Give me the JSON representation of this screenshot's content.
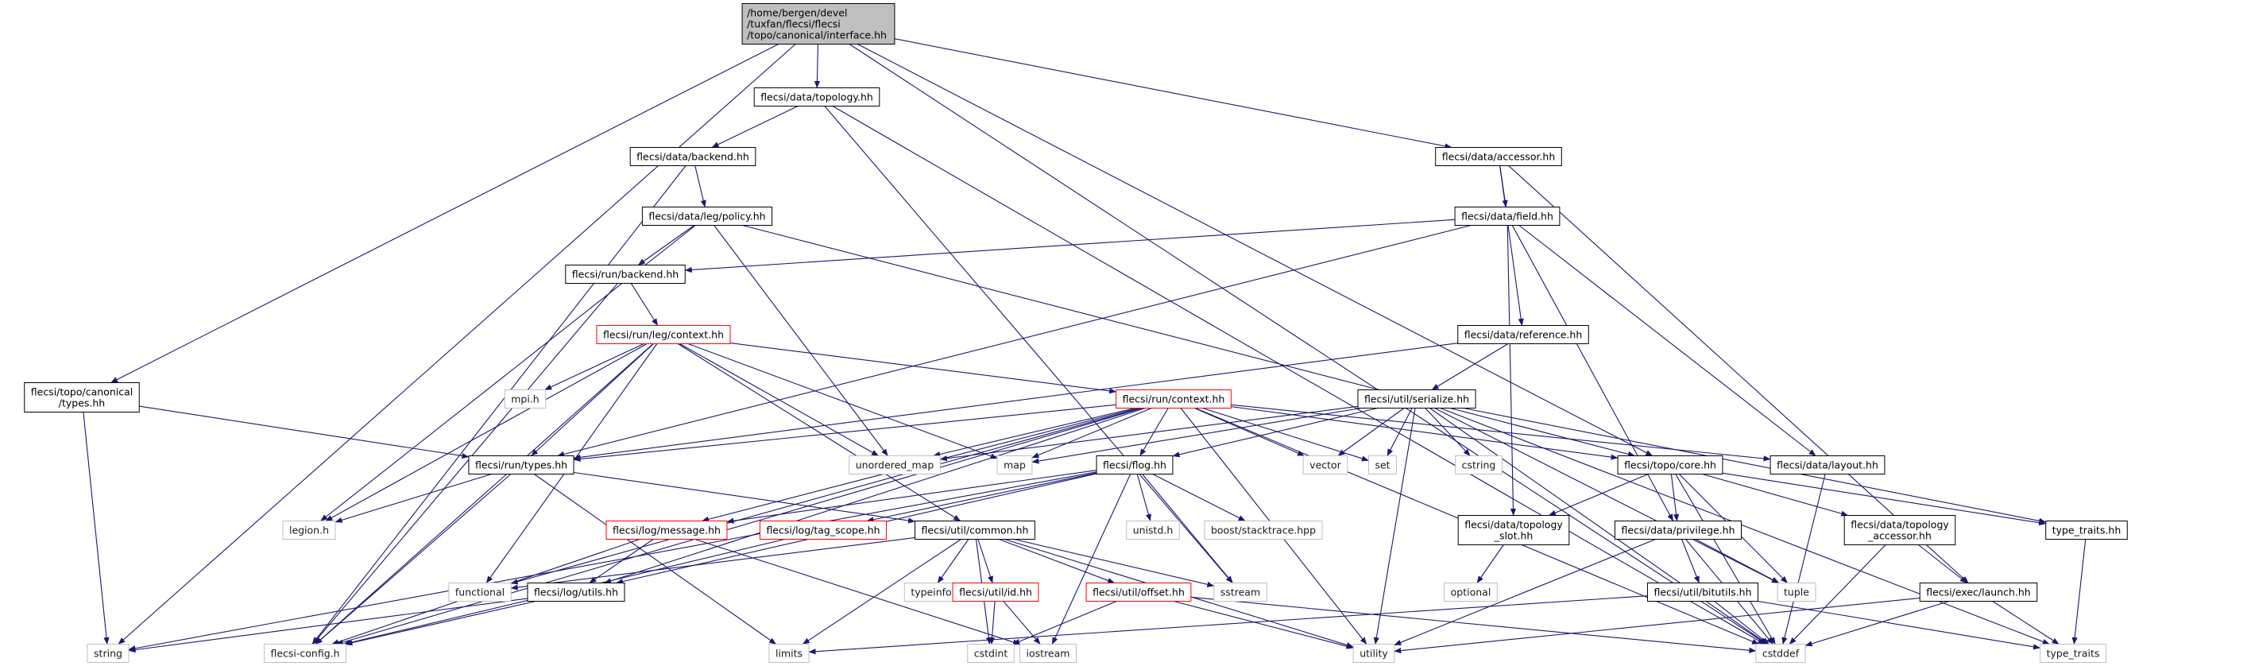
{
  "diagram": {
    "colors": {
      "edge": "#191970",
      "node_border_local": "#000000",
      "node_border_truncated": "#ff0000",
      "node_border_system": "#bfbfbf",
      "root_fill": "#bfbfbf",
      "node_fill": "#ffffff"
    },
    "nodes": [
      {
        "id": "root",
        "kind": "root",
        "lines": [
          "/home/bergen/devel",
          "/tuxfan/flecsi/flecsi",
          "/topo/canonical/interface.hh"
        ]
      },
      {
        "id": "topology",
        "kind": "local",
        "lines": [
          "flecsi/data/topology.hh"
        ]
      },
      {
        "id": "accessor",
        "kind": "local",
        "lines": [
          "flecsi/data/accessor.hh"
        ]
      },
      {
        "id": "dbackend",
        "kind": "local",
        "lines": [
          "flecsi/data/backend.hh"
        ]
      },
      {
        "id": "legpolicy",
        "kind": "local",
        "lines": [
          "flecsi/data/leg/policy.hh"
        ]
      },
      {
        "id": "field",
        "kind": "local",
        "lines": [
          "flecsi/data/field.hh"
        ]
      },
      {
        "id": "rbackend",
        "kind": "local",
        "lines": [
          "flecsi/run/backend.hh"
        ]
      },
      {
        "id": "legcontext",
        "kind": "truncated",
        "lines": [
          "flecsi/run/leg/context.hh"
        ]
      },
      {
        "id": "reference",
        "kind": "local",
        "lines": [
          "flecsi/data/reference.hh"
        ]
      },
      {
        "id": "canontypes",
        "kind": "local",
        "lines": [
          "flecsi/topo/canonical",
          "/types.hh"
        ]
      },
      {
        "id": "mpi",
        "kind": "system",
        "lines": [
          "mpi.h"
        ]
      },
      {
        "id": "runcontext",
        "kind": "truncated",
        "lines": [
          "flecsi/run/context.hh"
        ]
      },
      {
        "id": "serialize",
        "kind": "local",
        "lines": [
          "flecsi/util/serialize.hh"
        ]
      },
      {
        "id": "umap",
        "kind": "system",
        "lines": [
          "unordered_map"
        ]
      },
      {
        "id": "map",
        "kind": "system",
        "lines": [
          "map"
        ]
      },
      {
        "id": "vector",
        "kind": "system",
        "lines": [
          "vector"
        ]
      },
      {
        "id": "set",
        "kind": "system",
        "lines": [
          "set"
        ]
      },
      {
        "id": "cstring",
        "kind": "system",
        "lines": [
          "cstring"
        ]
      },
      {
        "id": "topocore",
        "kind": "local",
        "lines": [
          "flecsi/topo/core.hh"
        ]
      },
      {
        "id": "layout",
        "kind": "local",
        "lines": [
          "flecsi/data/layout.hh"
        ]
      },
      {
        "id": "runtypes",
        "kind": "local",
        "lines": [
          "flecsi/run/types.hh"
        ]
      },
      {
        "id": "flog",
        "kind": "local",
        "lines": [
          "flecsi/flog.hh"
        ]
      },
      {
        "id": "unistd",
        "kind": "system",
        "lines": [
          "unistd.h"
        ]
      },
      {
        "id": "stacktrace",
        "kind": "system",
        "lines": [
          "boost/stacktrace.hpp"
        ]
      },
      {
        "id": "toposlot",
        "kind": "local",
        "lines": [
          "flecsi/data/topology",
          "_slot.hh"
        ]
      },
      {
        "id": "privilege",
        "kind": "local",
        "lines": [
          "flecsi/data/privilege.hh"
        ]
      },
      {
        "id": "topoacc",
        "kind": "local",
        "lines": [
          "flecsi/data/topology",
          "_accessor.hh"
        ]
      },
      {
        "id": "typetraitshh",
        "kind": "local",
        "lines": [
          "type_traits.hh"
        ]
      },
      {
        "id": "legion",
        "kind": "system",
        "lines": [
          "legion.h"
        ]
      },
      {
        "id": "logmsg",
        "kind": "truncated",
        "lines": [
          "flecsi/log/message.hh"
        ]
      },
      {
        "id": "tagscope",
        "kind": "truncated",
        "lines": [
          "flecsi/log/tag_scope.hh"
        ]
      },
      {
        "id": "common",
        "kind": "local",
        "lines": [
          "flecsi/util/common.hh"
        ]
      },
      {
        "id": "optional",
        "kind": "system",
        "lines": [
          "optional"
        ]
      },
      {
        "id": "tuple",
        "kind": "system",
        "lines": [
          "tuple"
        ]
      },
      {
        "id": "functional",
        "kind": "system",
        "lines": [
          "functional"
        ]
      },
      {
        "id": "logutils",
        "kind": "local",
        "lines": [
          "flecsi/log/utils.hh"
        ]
      },
      {
        "id": "typeinfo",
        "kind": "system",
        "lines": [
          "typeinfo"
        ]
      },
      {
        "id": "utilid",
        "kind": "truncated",
        "lines": [
          "flecsi/util/id.hh"
        ]
      },
      {
        "id": "offset",
        "kind": "truncated",
        "lines": [
          "flecsi/util/offset.hh"
        ]
      },
      {
        "id": "sstream",
        "kind": "system",
        "lines": [
          "sstream"
        ]
      },
      {
        "id": "bitutils",
        "kind": "local",
        "lines": [
          "flecsi/util/bitutils.hh"
        ]
      },
      {
        "id": "launch",
        "kind": "local",
        "lines": [
          "flecsi/exec/launch.hh"
        ]
      },
      {
        "id": "string",
        "kind": "system",
        "lines": [
          "string"
        ]
      },
      {
        "id": "config",
        "kind": "system",
        "lines": [
          "flecsi-config.h"
        ]
      },
      {
        "id": "limits",
        "kind": "system",
        "lines": [
          "limits"
        ]
      },
      {
        "id": "cstdint",
        "kind": "system",
        "lines": [
          "cstdint"
        ]
      },
      {
        "id": "iostream",
        "kind": "system",
        "lines": [
          "iostream"
        ]
      },
      {
        "id": "utility",
        "kind": "system",
        "lines": [
          "utility"
        ]
      },
      {
        "id": "cstddef",
        "kind": "system",
        "lines": [
          "cstddef"
        ]
      },
      {
        "id": "typetraits",
        "kind": "system",
        "lines": [
          "type_traits"
        ]
      }
    ],
    "edges": [
      [
        "root",
        "topology"
      ],
      [
        "root",
        "accessor"
      ],
      [
        "root",
        "canontypes"
      ],
      [
        "root",
        "string"
      ],
      [
        "root",
        "topocore"
      ],
      [
        "root",
        "cstddef"
      ],
      [
        "topology",
        "dbackend"
      ],
      [
        "topology",
        "sstream"
      ],
      [
        "topology",
        "cstddef"
      ],
      [
        "accessor",
        "field"
      ],
      [
        "accessor",
        "reference"
      ],
      [
        "accessor",
        "launch"
      ],
      [
        "dbackend",
        "legpolicy"
      ],
      [
        "dbackend",
        "config"
      ],
      [
        "legpolicy",
        "rbackend"
      ],
      [
        "legpolicy",
        "legion"
      ],
      [
        "legpolicy",
        "umap"
      ],
      [
        "legpolicy",
        "topocore"
      ],
      [
        "field",
        "rbackend"
      ],
      [
        "field",
        "runtypes"
      ],
      [
        "field",
        "toposlot"
      ],
      [
        "field",
        "privilege"
      ],
      [
        "field",
        "layout"
      ],
      [
        "rbackend",
        "legcontext"
      ],
      [
        "rbackend",
        "config"
      ],
      [
        "legcontext",
        "runcontext"
      ],
      [
        "legcontext",
        "runtypes"
      ],
      [
        "legcontext",
        "mpi"
      ],
      [
        "legcontext",
        "umap"
      ],
      [
        "legcontext",
        "map"
      ],
      [
        "legcontext",
        "legion"
      ],
      [
        "legcontext",
        "functional"
      ],
      [
        "legcontext",
        "common"
      ],
      [
        "legcontext",
        "config"
      ],
      [
        "reference",
        "serialize"
      ],
      [
        "reference",
        "runtypes"
      ],
      [
        "canontypes",
        "runtypes"
      ],
      [
        "canontypes",
        "string"
      ],
      [
        "runcontext",
        "umap"
      ],
      [
        "runcontext",
        "map"
      ],
      [
        "runcontext",
        "vector"
      ],
      [
        "runcontext",
        "set"
      ],
      [
        "runcontext",
        "topocore"
      ],
      [
        "runcontext",
        "layout"
      ],
      [
        "runcontext",
        "runtypes"
      ],
      [
        "runcontext",
        "flog"
      ],
      [
        "runcontext",
        "utility"
      ],
      [
        "runcontext",
        "cstddef"
      ],
      [
        "runcontext",
        "functional"
      ],
      [
        "runcontext",
        "logutils"
      ],
      [
        "runcontext",
        "config"
      ],
      [
        "runcontext",
        "logmsg"
      ],
      [
        "serialize",
        "umap"
      ],
      [
        "serialize",
        "map"
      ],
      [
        "serialize",
        "vector"
      ],
      [
        "serialize",
        "set"
      ],
      [
        "serialize",
        "cstring"
      ],
      [
        "serialize",
        "flog"
      ],
      [
        "serialize",
        "utility"
      ],
      [
        "serialize",
        "tuple"
      ],
      [
        "serialize",
        "typetraitshh"
      ],
      [
        "serialize",
        "typetraits"
      ],
      [
        "serialize",
        "cstddef"
      ],
      [
        "topocore",
        "toposlot"
      ],
      [
        "topocore",
        "privilege"
      ],
      [
        "topocore",
        "topoacc"
      ],
      [
        "topocore",
        "typetraitshh"
      ],
      [
        "topocore",
        "cstddef"
      ],
      [
        "topocore",
        "tuple"
      ],
      [
        "layout",
        "cstddef"
      ],
      [
        "runtypes",
        "legion"
      ],
      [
        "runtypes",
        "common"
      ],
      [
        "runtypes",
        "config"
      ],
      [
        "runtypes",
        "limits"
      ],
      [
        "flog",
        "logmsg"
      ],
      [
        "flog",
        "tagscope"
      ],
      [
        "flog",
        "logutils"
      ],
      [
        "flog",
        "unistd"
      ],
      [
        "flog",
        "stacktrace"
      ],
      [
        "flog",
        "sstream"
      ],
      [
        "flog",
        "string"
      ],
      [
        "flog",
        "iostream"
      ],
      [
        "toposlot",
        "optional"
      ],
      [
        "privilege",
        "bitutils"
      ],
      [
        "privilege",
        "tuple"
      ],
      [
        "privilege",
        "utility"
      ],
      [
        "privilege",
        "cstddef"
      ],
      [
        "topoacc",
        "launch"
      ],
      [
        "topoacc",
        "cstddef"
      ],
      [
        "typetraitshh",
        "typetraits"
      ],
      [
        "logmsg",
        "logutils"
      ],
      [
        "logmsg",
        "config"
      ],
      [
        "logmsg",
        "iostream"
      ],
      [
        "tagscope",
        "config"
      ],
      [
        "common",
        "functional"
      ],
      [
        "common",
        "typeinfo"
      ],
      [
        "common",
        "utilid"
      ],
      [
        "common",
        "offset"
      ],
      [
        "common",
        "sstream"
      ],
      [
        "common",
        "limits"
      ],
      [
        "common",
        "cstdint"
      ],
      [
        "common",
        "utility"
      ],
      [
        "logutils",
        "config"
      ],
      [
        "logutils",
        "string"
      ],
      [
        "utilid",
        "cstdint"
      ],
      [
        "utilid",
        "iostream"
      ],
      [
        "offset",
        "cstdint"
      ],
      [
        "offset",
        "utility"
      ],
      [
        "offset",
        "cstddef"
      ],
      [
        "bitutils",
        "limits"
      ],
      [
        "bitutils",
        "cstddef"
      ],
      [
        "bitutils",
        "typetraits"
      ],
      [
        "launch",
        "typetraits"
      ],
      [
        "launch",
        "utility"
      ],
      [
        "launch",
        "cstddef"
      ]
    ]
  }
}
